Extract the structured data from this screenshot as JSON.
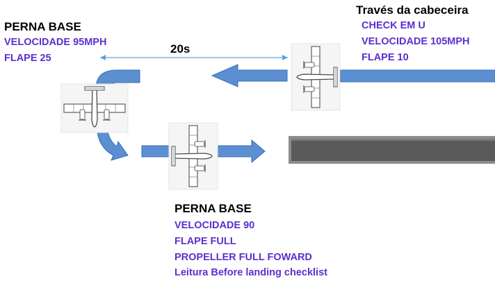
{
  "colors": {
    "arrow_fill": "#5b8fd1",
    "arrow_stroke": "#3a6fb4",
    "item_text": "#5b2fd0",
    "heading_text": "#000000",
    "measure_line": "#5ba3d9",
    "runway_fill": "#595959",
    "runway_border": "#8c8c8c"
  },
  "left_block": {
    "title": "PERNA BASE",
    "items": [
      "VELOCIDADE 95MPH",
      "FLAPE 25"
    ]
  },
  "right_block": {
    "title": "Través  da cabeceira",
    "items": [
      "CHECK EM U",
      "VELOCIDADE 105MPH",
      "FLAPE 10"
    ]
  },
  "bottom_block": {
    "title": "PERNA BASE",
    "items": [
      "VELOCIDADE 90",
      "FLAPE FULL",
      "PROPELLER FULL FOWARD",
      "Leitura Before landing checklist"
    ]
  },
  "interval_label": "20s",
  "icons": [
    "airplane-icon",
    "runway-icon",
    "arrow-icon"
  ]
}
